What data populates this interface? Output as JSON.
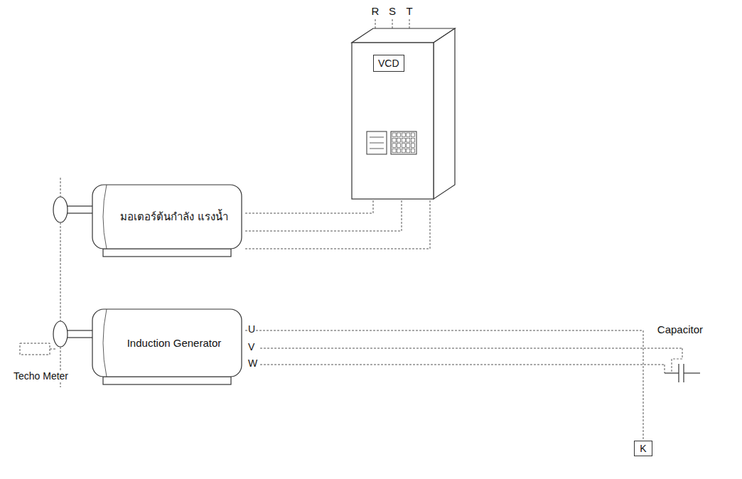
{
  "diagram": {
    "nodes": [
      {
        "text": [
          "VCD"
        ]
      },
      {
        "text": [
          "มอเตอร์ต้นกำลัง แรงน้ำ"
        ]
      },
      {
        "text": [
          "Induction Generator"
        ]
      },
      {
        "text": [
          "K"
        ]
      }
    ],
    "edges": [
      {
        "from": 0,
        "to": 1,
        "arrow": "none"
      },
      {
        "from": 1,
        "to": 2,
        "arrow": "none"
      },
      {
        "from": 2,
        "to": 3,
        "arrow": "none"
      }
    ],
    "labels": [
      "R",
      "S",
      "T",
      "U",
      "V",
      "W",
      "Capacitor",
      "Techo Meter"
    ]
  }
}
